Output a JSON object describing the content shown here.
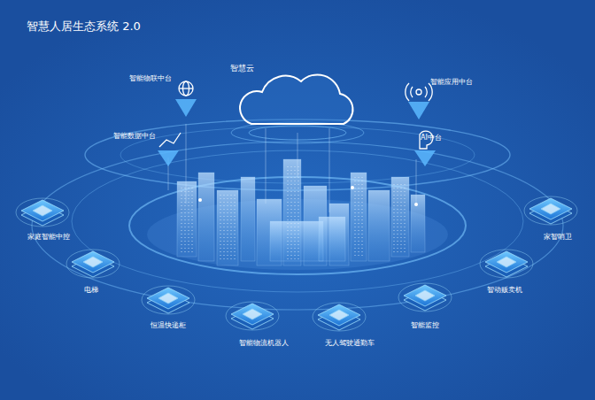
{
  "diagram": {
    "title": "智慧人居生态系统 2.0",
    "nodes": [
      {
        "text": [
          "智慧云"
        ]
      },
      {
        "text": [
          "智能物联中台"
        ]
      },
      {
        "text": [
          "智能应用中台"
        ]
      },
      {
        "text": [
          "智能数据中台"
        ]
      },
      {
        "text": [
          "AI中台"
        ]
      },
      {
        "text": [
          "家庭智能中控"
        ]
      },
      {
        "text": [
          "家智哨卫"
        ]
      },
      {
        "text": [
          "电梯"
        ]
      },
      {
        "text": [
          "智动贩卖机"
        ]
      },
      {
        "text": [
          "恒温快递柜"
        ]
      },
      {
        "text": [
          "智能监控"
        ]
      },
      {
        "text": [
          "智能物流机器人"
        ]
      },
      {
        "text": [
          "无人驾驶通勤车"
        ]
      }
    ]
  }
}
